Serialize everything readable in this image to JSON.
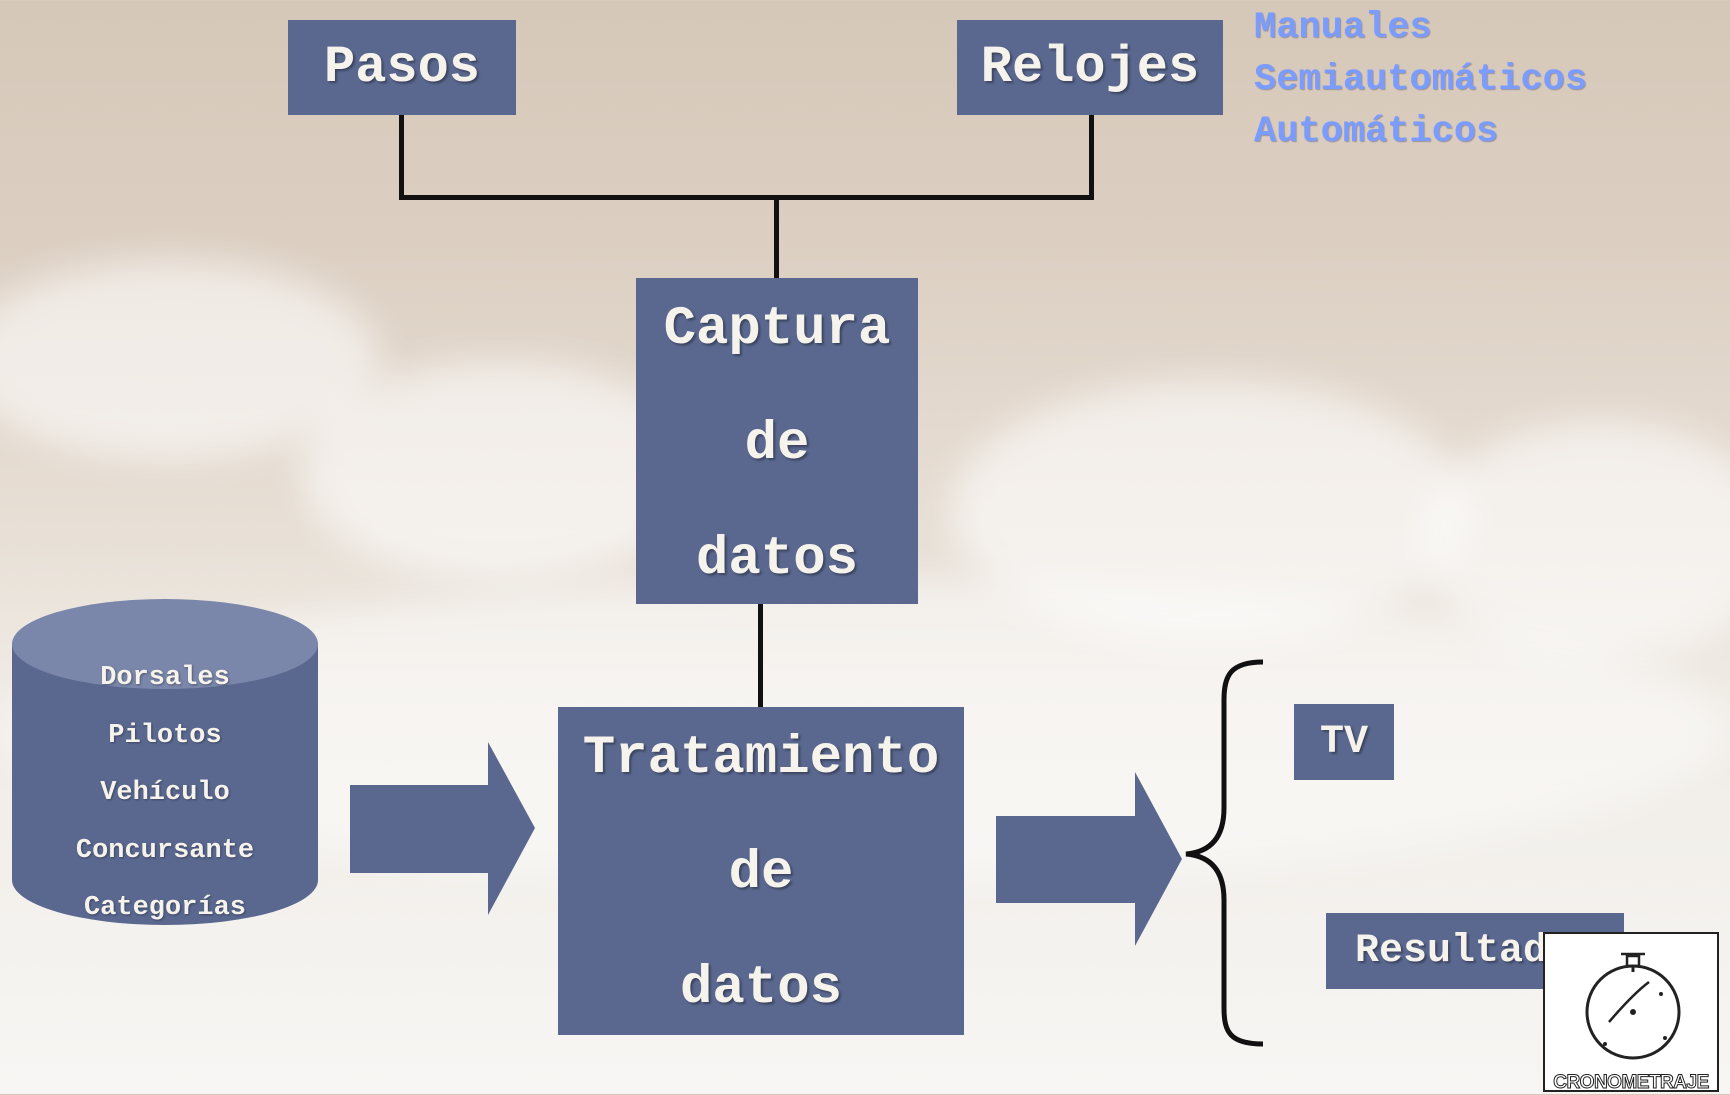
{
  "diagram": {
    "pasos": "Pasos",
    "relojes": "Relojes",
    "reloj_tipos": [
      "Manuales",
      "Semiautomáticos",
      "Automáticos"
    ],
    "captura": [
      "Captura",
      "de",
      "datos"
    ],
    "tratamiento": [
      "Tratamiento",
      "de",
      "datos"
    ],
    "base_datos": [
      "Dorsales",
      "Pilotos",
      "Vehículo",
      "Concursante",
      "Categorías"
    ],
    "salidas": {
      "tv": "TV",
      "resultados": "Resultados"
    },
    "logo_label": "CRONOMETRAJE"
  },
  "colors": {
    "box_fill": "#5a6890",
    "box_text": "#f6f3ec",
    "accent_blue_text": "#7b9cff",
    "connector": "#111111"
  }
}
